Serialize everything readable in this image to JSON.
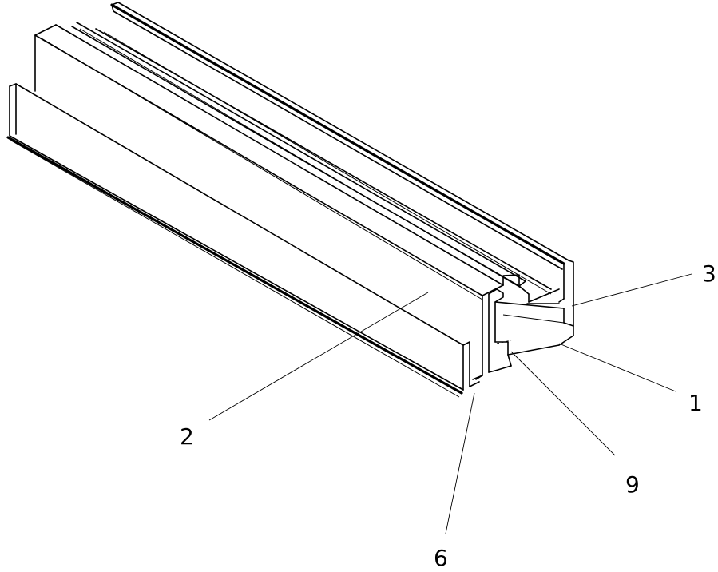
{
  "figure": {
    "labels": [
      {
        "id": "3",
        "text": "3"
      },
      {
        "id": "1",
        "text": "1"
      },
      {
        "id": "2",
        "text": "2"
      },
      {
        "id": "9",
        "text": "9"
      },
      {
        "id": "6",
        "text": "6"
      }
    ]
  }
}
